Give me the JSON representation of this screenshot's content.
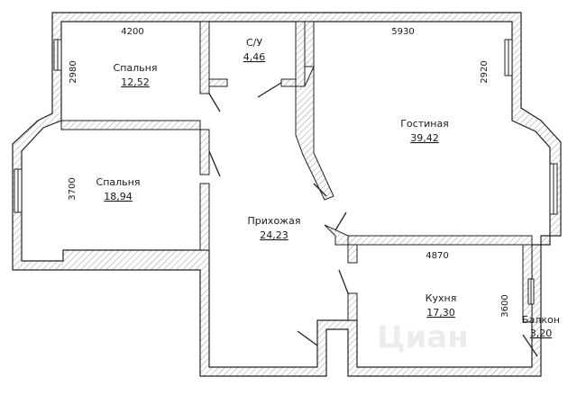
{
  "rooms": [
    {
      "name": "Спальня",
      "area": "12,52"
    },
    {
      "name": "С/У",
      "area": "4,46"
    },
    {
      "name": "Гостиная",
      "area": "39,42"
    },
    {
      "name": "Спальня",
      "area": "18,94"
    },
    {
      "name": "Прихожая",
      "area": "24,23"
    },
    {
      "name": "Кухня",
      "area": "17,30"
    },
    {
      "name": "Балкон",
      "area": "3,20"
    }
  ],
  "dimensions": {
    "bedroom1_width": "4200",
    "bedroom1_depth": "2980",
    "living_width": "5930",
    "living_depth": "2920",
    "bedroom2_depth": "3700",
    "kitchen_width": "4870",
    "kitchen_depth": "3600"
  },
  "watermark": "Циан",
  "colors": {
    "wall_outline": "#222222",
    "wall_hatch": "#9a9a9a",
    "background": "#ffffff"
  }
}
